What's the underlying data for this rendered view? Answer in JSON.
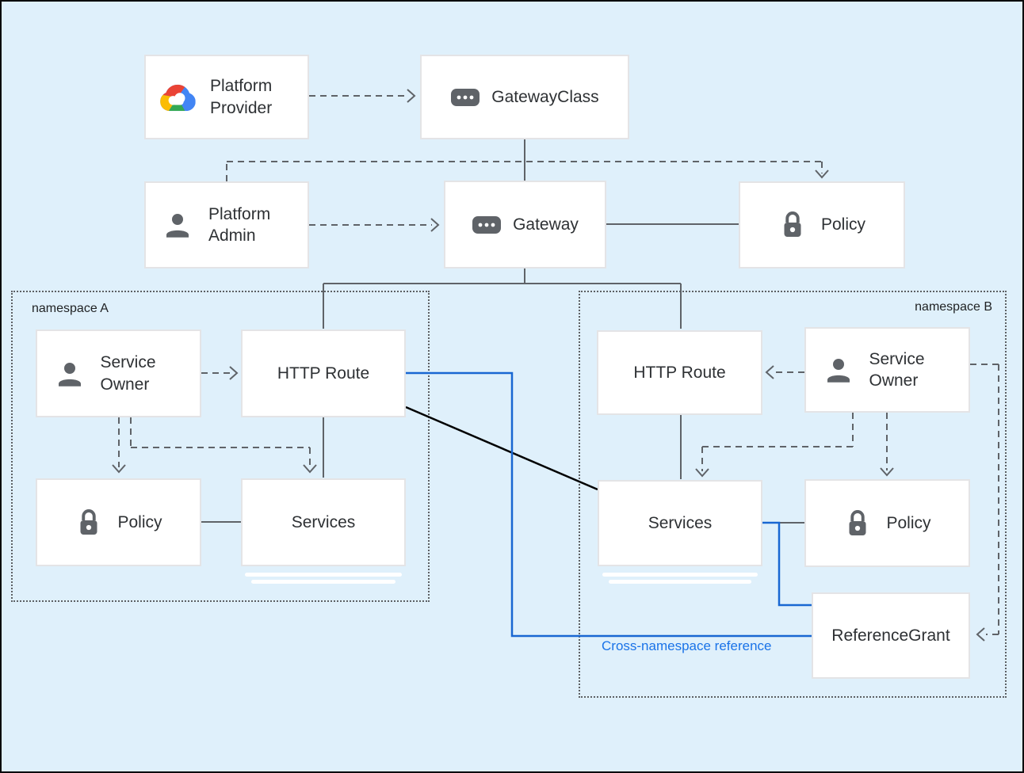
{
  "nodes": {
    "platform_provider": {
      "label": "Platform Provider",
      "icon": "google-cloud"
    },
    "gateway_class": {
      "label": "GatewayClass",
      "icon": "resource-chip"
    },
    "platform_admin": {
      "label": "Platform Admin",
      "icon": "person"
    },
    "gateway": {
      "label": "Gateway",
      "icon": "resource-chip"
    },
    "policy_root": {
      "label": "Policy",
      "icon": "lock"
    },
    "service_owner_a": {
      "label": "Service Owner",
      "icon": "person"
    },
    "http_route_a": {
      "label": "HTTP Route"
    },
    "policy_a": {
      "label": "Policy",
      "icon": "lock"
    },
    "services_a": {
      "label": "Services"
    },
    "http_route_b": {
      "label": "HTTP Route"
    },
    "service_owner_b": {
      "label": "Service Owner",
      "icon": "person"
    },
    "services_b": {
      "label": "Services"
    },
    "policy_b": {
      "label": "Policy",
      "icon": "lock"
    },
    "reference_grant": {
      "label": "ReferenceGrant"
    }
  },
  "namespaces": {
    "a": {
      "label": "namespace A"
    },
    "b": {
      "label": "namespace B"
    }
  },
  "annotations": {
    "cross_namespace_reference": {
      "label": "Cross-namespace reference"
    }
  },
  "colors": {
    "background": "#dff0fb",
    "line_gray": "#5f6368",
    "accent_blue": "#1967d2",
    "caption_blue": "#1a73e8",
    "black_line": "#000000",
    "box_border": "#e4e4e6",
    "text": "#2e3134",
    "icon_gray": "#5f6368"
  }
}
